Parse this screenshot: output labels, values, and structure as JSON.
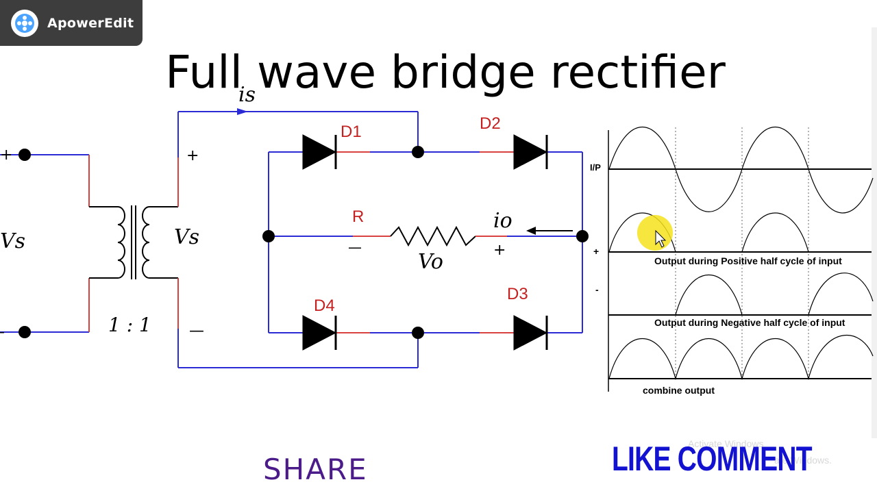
{
  "watermark": {
    "app_name": "ApowerEdit"
  },
  "slide": {
    "title": "Full wave bridge rectifier"
  },
  "circuit": {
    "input_plus": "+",
    "input_minus": "–",
    "source_voltage": "Vs",
    "secondary_voltage": "Vs",
    "turns_ratio": "1 : 1",
    "secondary_plus": "+",
    "secondary_minus": "—",
    "source_current": "is",
    "diode_1": "D1",
    "diode_2": "D2",
    "diode_3": "D3",
    "diode_4": "D4",
    "resistor": "R",
    "output_voltage": "Vo",
    "output_current": "io",
    "resistor_minus": "—",
    "resistor_plus": "+"
  },
  "waveforms": {
    "input_label": "I/P",
    "plus_marker": "+",
    "minus_marker": "-",
    "positive_caption": "Output during Positive half cycle of input",
    "negative_caption": "Output during Negative half cycle of input",
    "combined_caption": "combine output"
  },
  "footer": {
    "share": "SHARE",
    "like_comment": "LIKE COMMENT",
    "os_notice_1": "Activate Windows",
    "os_notice_2": "ate Windows."
  },
  "colors": {
    "wire_blue": "#2b2bd6",
    "wire_red": "#d94040",
    "label_red": "#c42020",
    "share_purple": "#4b1b8a",
    "like_blue": "#1212d0",
    "cursor_highlight": "#f4e21c"
  }
}
